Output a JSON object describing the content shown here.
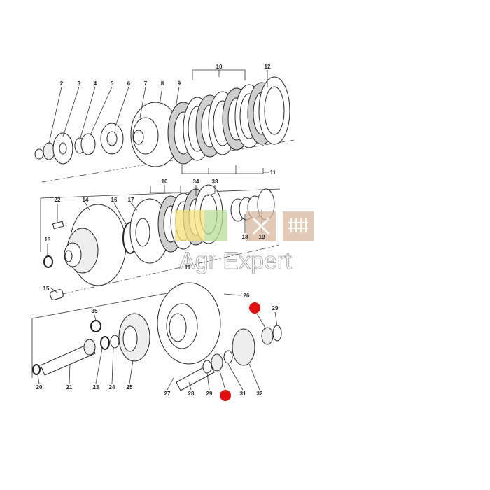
{
  "labels": [
    "2",
    "3",
    "4",
    "5",
    "6",
    "7",
    "8",
    "9",
    "10",
    "12",
    "11",
    "10",
    "34",
    "33",
    "22",
    "14",
    "16",
    "17",
    "13",
    "18",
    "19",
    "11",
    "15",
    "26",
    "35",
    "29",
    "20",
    "21",
    "23",
    "24",
    "25",
    "27",
    "28",
    "29",
    "31",
    "32"
  ],
  "watermark": {
    "text": "Agr Expert"
  },
  "colors": {
    "marker": "#e01010",
    "logo_yellow": "#f3e27a",
    "logo_green": "#b9dd95",
    "logo_tan": "#d9b9a0"
  }
}
